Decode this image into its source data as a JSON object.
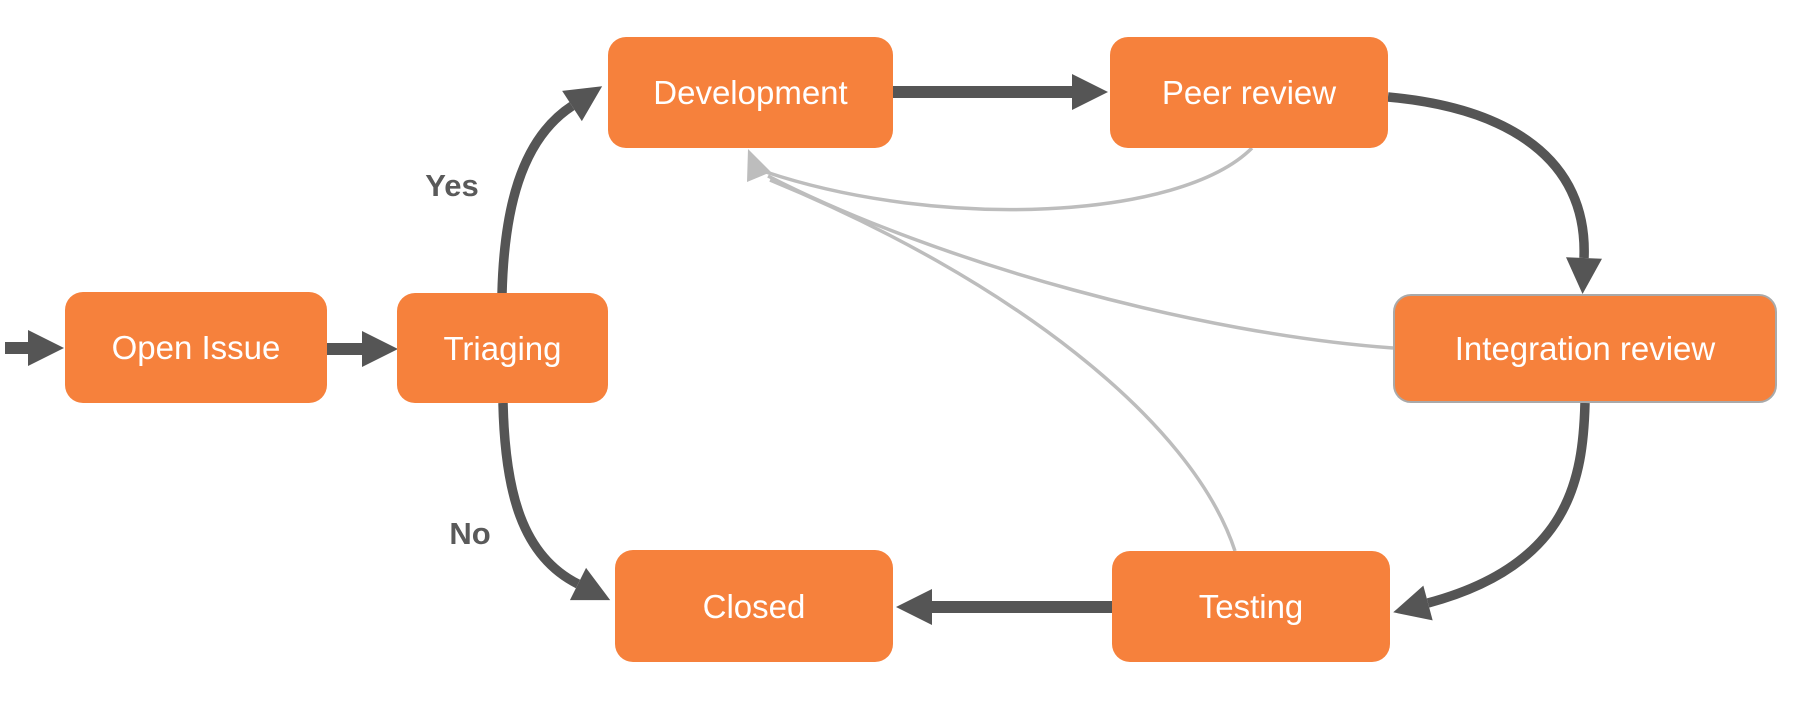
{
  "diagram": {
    "type": "flowchart",
    "nodes": [
      {
        "id": "open-issue",
        "label": "Open Issue"
      },
      {
        "id": "triaging",
        "label": "Triaging"
      },
      {
        "id": "development",
        "label": "Development"
      },
      {
        "id": "peer-review",
        "label": "Peer review"
      },
      {
        "id": "integration-review",
        "label": "Integration review"
      },
      {
        "id": "testing",
        "label": "Testing"
      },
      {
        "id": "closed",
        "label": "Closed"
      }
    ],
    "edge_labels": {
      "yes": "Yes",
      "no": "No"
    },
    "edges": [
      {
        "from": "start",
        "to": "open-issue",
        "style": "solid-dark",
        "label": ""
      },
      {
        "from": "open-issue",
        "to": "triaging",
        "style": "solid-dark",
        "label": ""
      },
      {
        "from": "triaging",
        "to": "development",
        "style": "solid-dark",
        "label": "Yes"
      },
      {
        "from": "development",
        "to": "peer-review",
        "style": "solid-dark",
        "label": ""
      },
      {
        "from": "peer-review",
        "to": "integration-review",
        "style": "solid-dark",
        "label": ""
      },
      {
        "from": "integration-review",
        "to": "testing",
        "style": "solid-dark",
        "label": ""
      },
      {
        "from": "testing",
        "to": "closed",
        "style": "solid-dark",
        "label": ""
      },
      {
        "from": "triaging",
        "to": "closed",
        "style": "solid-dark",
        "label": "No"
      },
      {
        "from": "peer-review",
        "to": "development",
        "style": "feedback-light",
        "label": ""
      },
      {
        "from": "integration-review",
        "to": "development",
        "style": "feedback-light",
        "label": ""
      },
      {
        "from": "testing",
        "to": "development",
        "style": "feedback-light",
        "label": ""
      }
    ],
    "colors": {
      "bg": "#ffffff",
      "node_fill": "#F6813C",
      "node_text": "#ffffff",
      "edge_dark": "#555555",
      "edge_light": "#BDBDBD",
      "integration_border": "#A9A9A9",
      "edge_label_text": "#5A5A5A"
    }
  }
}
